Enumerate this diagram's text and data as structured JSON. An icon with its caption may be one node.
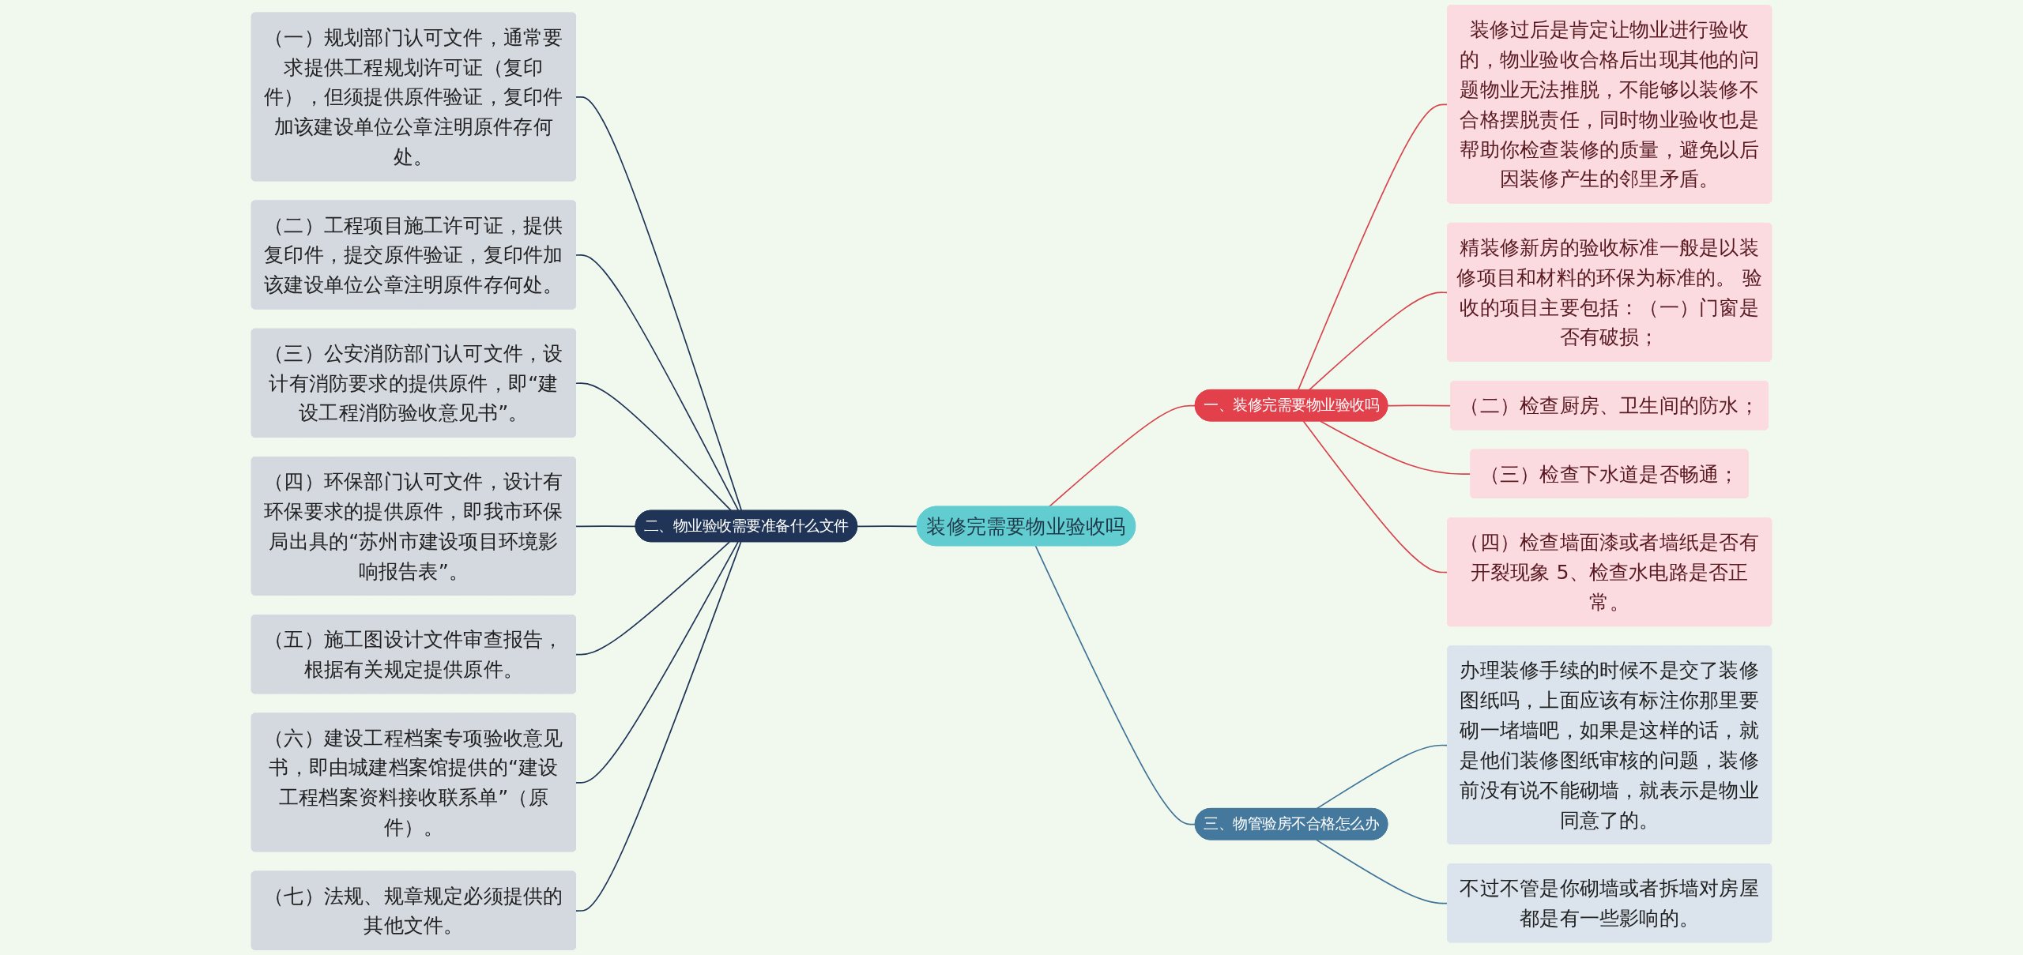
{
  "diagram": {
    "nodes": [
      {
        "text": [
          "装修完需要物业验收吗"
        ]
      },
      {
        "text": [
          "一、装修完需要物业验收吗"
        ]
      },
      {
        "text": [
          "装修过后是肯定让物业进行验收的，物业验收合格后出现其他的问题物业无法推脱，不能够以装修不合格摆脱责任，同时物业验收也是帮助你检查装修的质量，避免以后因装修产生的邻里矛盾。"
        ]
      },
      {
        "text": [
          "精装修新房的验收标准一般是以装修项目和材料的环保为标准的。 验收的项目主要包括：（一）门窗是否有破损；"
        ]
      },
      {
        "text": [
          "（二）检查厨房、卫生间的防水；"
        ]
      },
      {
        "text": [
          "（三）检查下水道是否畅通；"
        ]
      },
      {
        "text": [
          "（四）检查墙面漆或者墙纸是否有开裂现象 5、检查水电路是否正常。"
        ]
      },
      {
        "text": [
          "二、物业验收需要准备什么文件"
        ]
      },
      {
        "text": [
          "（一）规划部门认可文件，通常要求提供工程规划许可证（复印件），但须提供原件验证，复印件加该建设单位公章注明原件存何处。"
        ]
      },
      {
        "text": [
          "（二）工程项目施工许可证，提供复印件，提交原件验证，复印件加该建设单位公章注明原件存何处。"
        ]
      },
      {
        "text": [
          "（三）公安消防部门认可文件，设计有消防要求的提供原件，即“建设工程消防验收意见书”。"
        ]
      },
      {
        "text": [
          "（四）环保部门认可文件，设计有环保要求的提供原件，即我市环保局出具的“苏州市建设项目环境影响报告表”。"
        ]
      },
      {
        "text": [
          "（五）施工图设计文件审查报告，根据有关规定提供原件。"
        ]
      },
      {
        "text": [
          "（六）建设工程档案专项验收意见书，即由城建档案馆提供的“建设工程档案资料接收联系单”（原件）。"
        ]
      },
      {
        "text": [
          "（七）法规、规章规定必须提供的其他文件。"
        ]
      },
      {
        "text": [
          "三、物管验房不合格怎么办"
        ]
      },
      {
        "text": [
          "办理装修手续的时候不是交了装修图纸吗，上面应该有标注你那里要砌一堵墙吧，如果是这样的话，就是他们装修图纸审核的问题，装修前没有说不能砌墙，就表示是物业同意了的。"
        ]
      },
      {
        "text": [
          "不过不管是你砌墙或者拆墙对房屋都是有一些影响的。"
        ]
      }
    ],
    "edges": [
      {
        "from": 0,
        "to": 1,
        "arrow": "none",
        "color": "#d9434c"
      },
      {
        "from": 1,
        "to": 2,
        "arrow": "none",
        "color": "#d9434c"
      },
      {
        "from": 1,
        "to": 3,
        "arrow": "none",
        "color": "#d9434c"
      },
      {
        "from": 1,
        "to": 4,
        "arrow": "none",
        "color": "#d9434c"
      },
      {
        "from": 1,
        "to": 5,
        "arrow": "none",
        "color": "#d9434c"
      },
      {
        "from": 1,
        "to": 6,
        "arrow": "none",
        "color": "#d9434c"
      },
      {
        "from": 0,
        "to": 7,
        "arrow": "none"
      },
      {
        "from": 7,
        "to": 8,
        "arrow": "none"
      },
      {
        "from": 7,
        "to": 9,
        "arrow": "none"
      },
      {
        "from": 7,
        "to": 10,
        "arrow": "none"
      },
      {
        "from": 7,
        "to": 11,
        "arrow": "none"
      },
      {
        "from": 7,
        "to": 12,
        "arrow": "none"
      },
      {
        "from": 7,
        "to": 13,
        "arrow": "none"
      },
      {
        "from": 7,
        "to": 14,
        "arrow": "none"
      },
      {
        "from": 0,
        "to": 15,
        "arrow": "none",
        "color": "#3f7398"
      },
      {
        "from": 15,
        "to": 16,
        "arrow": "none",
        "color": "#3f7398"
      },
      {
        "from": 15,
        "to": 17,
        "arrow": "none",
        "color": "#3f7398"
      }
    ]
  }
}
